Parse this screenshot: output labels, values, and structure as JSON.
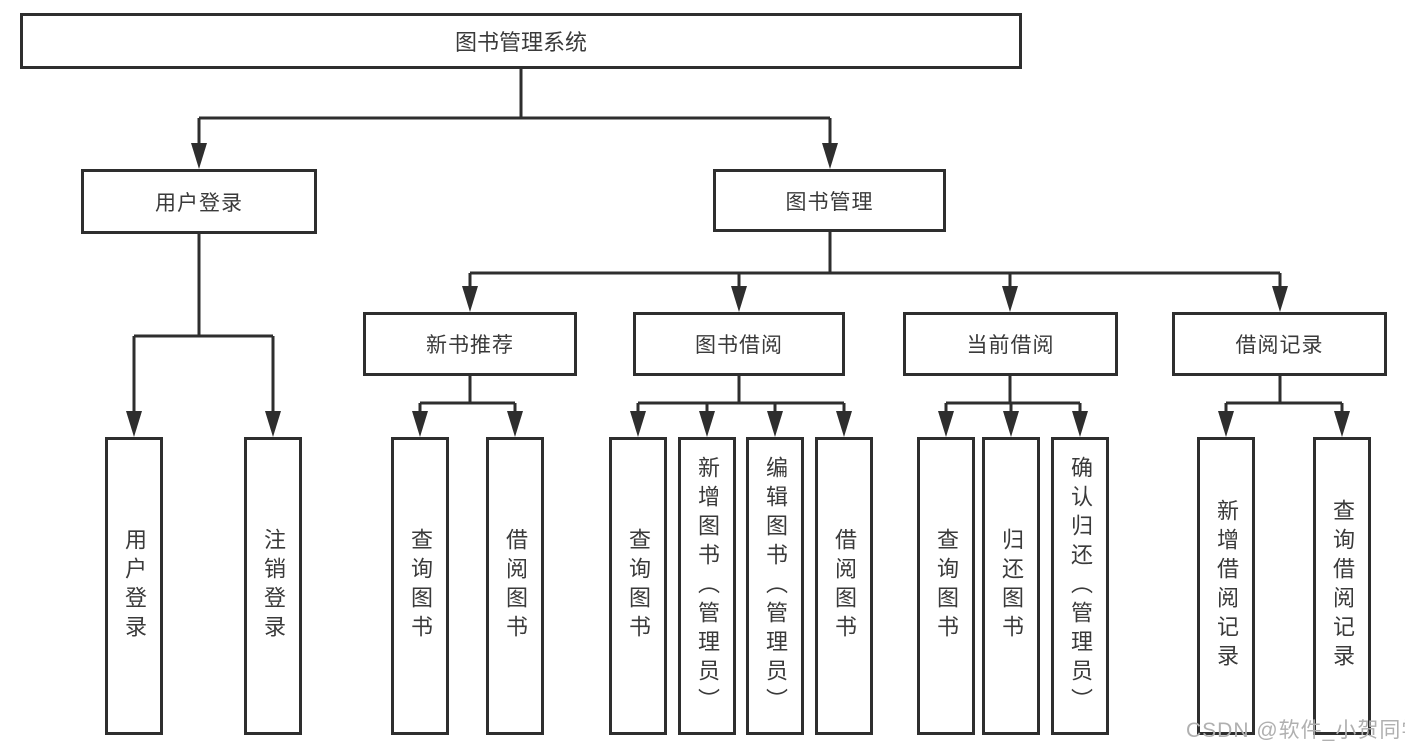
{
  "tree": {
    "root": "图书管理系统",
    "children": [
      {
        "label": "用户登录",
        "children": [
          {
            "label": "用户登录"
          },
          {
            "label": "注销登录"
          }
        ]
      },
      {
        "label": "图书管理",
        "children": [
          {
            "label": "新书推荐",
            "children": [
              {
                "label": "查询图书"
              },
              {
                "label": "借阅图书"
              }
            ]
          },
          {
            "label": "图书借阅",
            "children": [
              {
                "label": "查询图书"
              },
              {
                "label": "新增图书（管理员）"
              },
              {
                "label": "编辑图书（管理员）"
              },
              {
                "label": "借阅图书"
              }
            ]
          },
          {
            "label": "当前借阅",
            "children": [
              {
                "label": "查询图书"
              },
              {
                "label": "归还图书"
              },
              {
                "label": "确认归还（管理员）"
              }
            ]
          },
          {
            "label": "借阅记录",
            "children": [
              {
                "label": "新增借阅记录"
              },
              {
                "label": "查询借阅记录"
              }
            ]
          }
        ]
      }
    ]
  },
  "watermark": {
    "text": "CSDN @软件_小贺同学"
  },
  "colors": {
    "line": "#2e2e2e",
    "text": "#3a3a3a",
    "watermark": "#b0b0b0",
    "background": "#ffffff"
  }
}
